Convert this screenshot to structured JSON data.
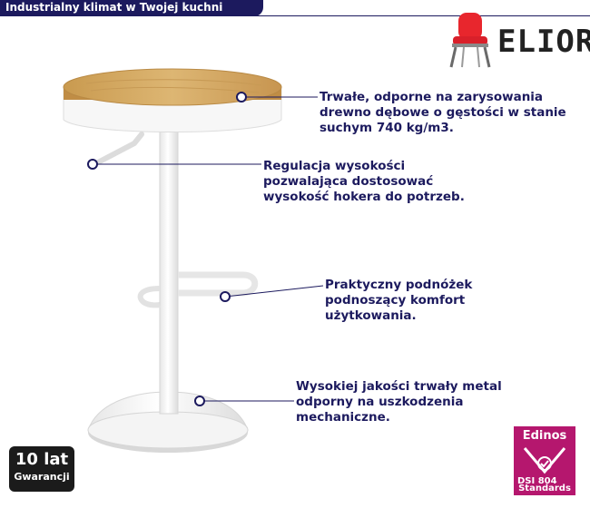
{
  "header": {
    "title": "Industrialny klimat w Twojej kuchni"
  },
  "brand": {
    "name": "ELIOR"
  },
  "callouts": [
    {
      "lines": [
        "Trwałe, odporne na zarysowania",
        "drewno dębowe o gęstości w stanie",
        "suchym 740 kg/m3."
      ]
    },
    {
      "lines": [
        "Regulacja wysokości",
        "pozwalająca dostosować",
        "wysokość hokera do potrzeb."
      ]
    },
    {
      "lines": [
        "Praktyczny podnóżek",
        "podnoszący komfort",
        "użytkowania."
      ]
    },
    {
      "lines": [
        "Wysokiej jakości trwały metal",
        "odporny na uszkodzenia",
        "mechaniczne."
      ]
    }
  ],
  "warranty": {
    "top": "10 lat",
    "bottom": "Gwarancji"
  },
  "certificate": {
    "title": "Edinos",
    "standard": "DSI 804",
    "subtitle": "Standards"
  },
  "colors": {
    "accent": "#1c1a5e",
    "certificate": "#b5176e",
    "chair_red": "#e8262d",
    "wood": "#d7ae67"
  }
}
